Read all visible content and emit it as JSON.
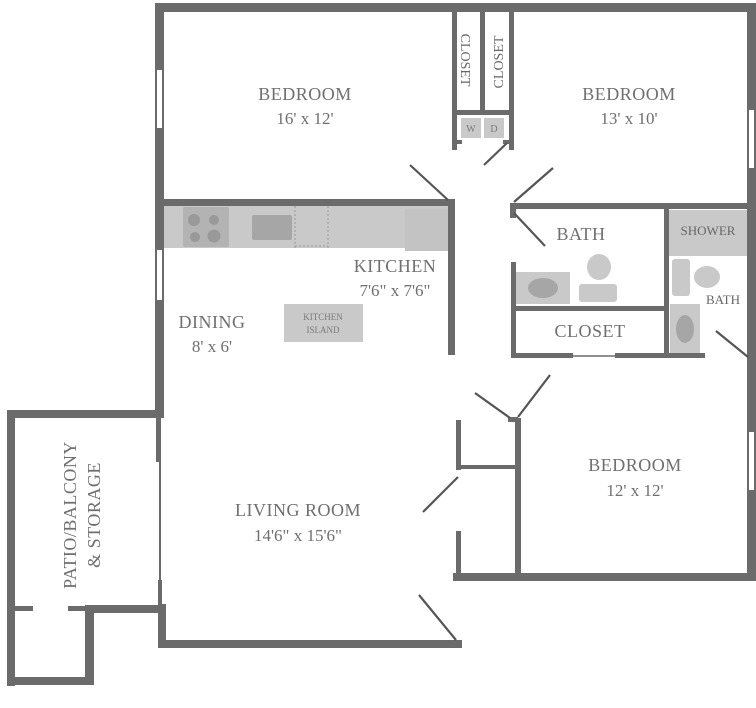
{
  "floorplan": {
    "colors": {
      "wall": "#6b6b6b",
      "fixture": "#c9c9c9",
      "fixture_dark": "#a9a9a9",
      "label": "#6f6f6f",
      "background": "#ffffff"
    },
    "rooms": {
      "bedroom_1": {
        "name": "BEDROOM",
        "size": "16' x 12'"
      },
      "bedroom_2": {
        "name": "BEDROOM",
        "size": "13' x 10'"
      },
      "bedroom_3": {
        "name": "BEDROOM",
        "size": "12' x 12'"
      },
      "kitchen": {
        "name": "KITCHEN",
        "size": "7'6\" x 7'6\""
      },
      "dining": {
        "name": "DINING",
        "size": "8' x 6'"
      },
      "living_room": {
        "name": "LIVING ROOM",
        "size": "14'6\" x 15'6\""
      },
      "bath_main": {
        "name": "BATH"
      },
      "bath_ensuite": {
        "name": "BATH"
      },
      "shower": {
        "name": "SHOWER"
      },
      "closet_hall": {
        "name": "CLOSET"
      },
      "closet_left": {
        "name": "CLOSET"
      },
      "closet_right": {
        "name": "CLOSET"
      },
      "patio": {
        "line1": "PATIO/BALCONY",
        "line2": "& STORAGE"
      }
    },
    "fixtures": {
      "kitchen_island": {
        "line1": "KITCHEN",
        "line2": "ISLAND"
      },
      "washer": "W",
      "dryer": "D"
    }
  }
}
